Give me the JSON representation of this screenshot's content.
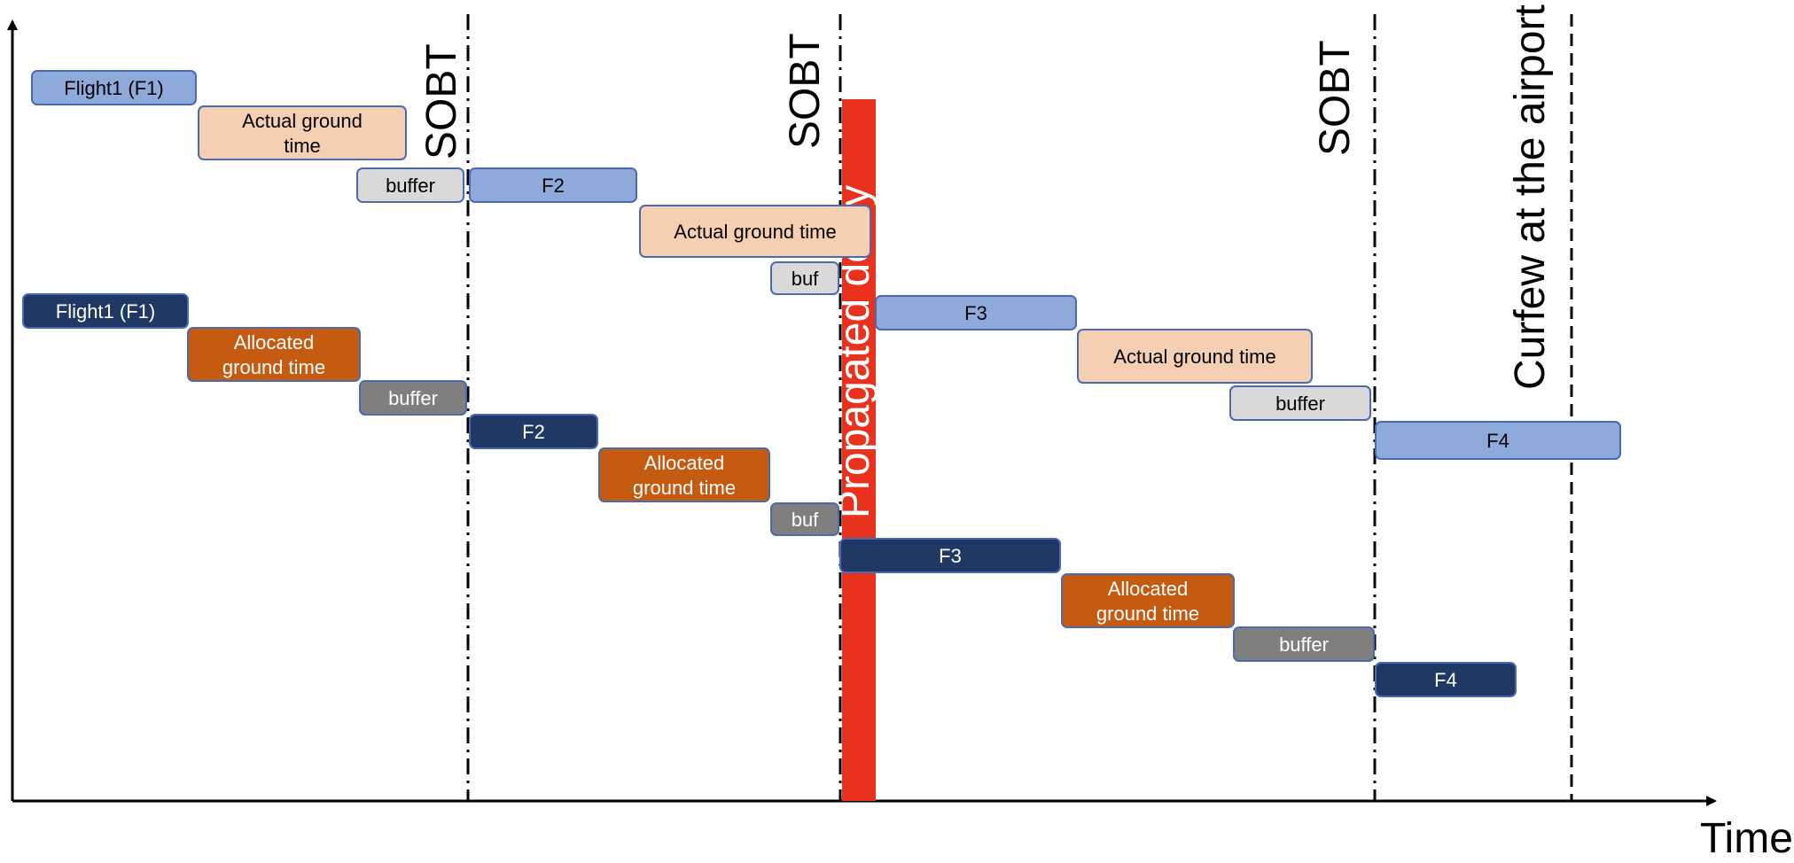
{
  "colors": {
    "actual_flight": "#8eaadb",
    "actual_ground": "#f4cfb1",
    "actual_buffer": "#d9d9d9",
    "planned_flight": "#203864",
    "planned_ground": "#c55a11",
    "planned_buffer": "#7f7f7f",
    "propagated_delay": "#e8321e"
  },
  "axis": {
    "x_label": "Time"
  },
  "markers": {
    "sobt": "SOBT",
    "curfew": "Curfew at the airport",
    "propagated_delay": "Propagated delay"
  },
  "actual_row": [
    {
      "id": "a-f1",
      "kind": "flight",
      "lines": [
        "Flight1 (F1)"
      ]
    },
    {
      "id": "a-g1",
      "kind": "ground",
      "lines": [
        "Actual ground",
        "time"
      ]
    },
    {
      "id": "a-b1",
      "kind": "buffer",
      "lines": [
        "buffer"
      ]
    },
    {
      "id": "a-f2",
      "kind": "flight",
      "lines": [
        "F2"
      ]
    },
    {
      "id": "a-g2",
      "kind": "ground",
      "lines": [
        "Actual ground time"
      ]
    },
    {
      "id": "a-b2",
      "kind": "buffer",
      "lines": [
        "buf"
      ]
    },
    {
      "id": "a-f3",
      "kind": "flight",
      "lines": [
        "F3"
      ]
    },
    {
      "id": "a-g3",
      "kind": "ground",
      "lines": [
        "Actual ground time"
      ]
    },
    {
      "id": "a-b3",
      "kind": "buffer",
      "lines": [
        "buffer"
      ]
    },
    {
      "id": "a-f4",
      "kind": "flight",
      "lines": [
        "F4"
      ]
    }
  ],
  "planned_row": [
    {
      "id": "p-f1",
      "kind": "flight",
      "lines": [
        "Flight1 (F1)"
      ]
    },
    {
      "id": "p-g1",
      "kind": "ground",
      "lines": [
        "Allocated",
        "ground time"
      ]
    },
    {
      "id": "p-b1",
      "kind": "buffer",
      "lines": [
        "buffer"
      ]
    },
    {
      "id": "p-f2",
      "kind": "flight",
      "lines": [
        "F2"
      ]
    },
    {
      "id": "p-g2",
      "kind": "ground",
      "lines": [
        "Allocated",
        "ground time"
      ]
    },
    {
      "id": "p-b2",
      "kind": "buffer",
      "lines": [
        "buf"
      ]
    },
    {
      "id": "p-f3",
      "kind": "flight",
      "lines": [
        "F3"
      ]
    },
    {
      "id": "p-g3",
      "kind": "ground",
      "lines": [
        "Allocated",
        "ground time"
      ]
    },
    {
      "id": "p-b3",
      "kind": "buffer",
      "lines": [
        "buffer"
      ]
    },
    {
      "id": "p-f4",
      "kind": "flight",
      "lines": [
        "F4"
      ]
    }
  ]
}
